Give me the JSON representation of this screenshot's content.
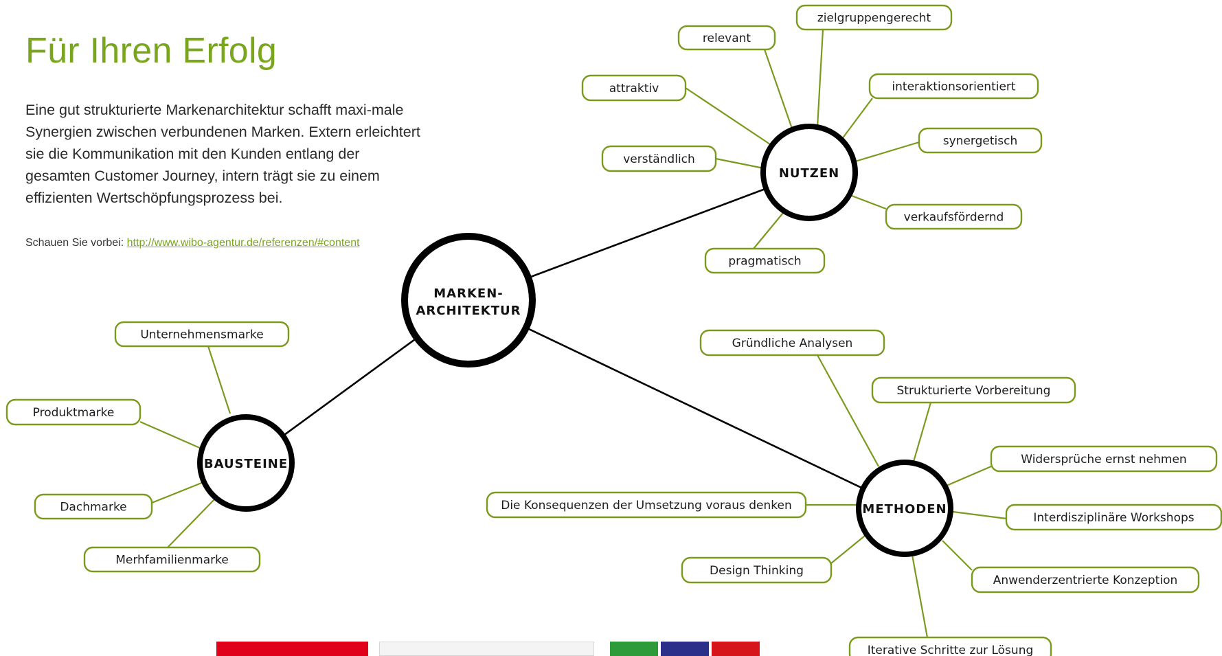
{
  "header": {
    "title": "Für Ihren Erfolg"
  },
  "intro": "Eine gut strukturierte Markenarchitektur schafft maxi-male Synergien zwischen verbundenen Marken. Extern erleichtert sie die Kommunikation mit den Kunden entlang der gesamten Customer Journey, intern trägt sie zu einem effizienten Wertschöpfungsprozess bei.",
  "visit": {
    "prefix": "Schauen Sie vorbei: ",
    "link": "http://www.wibo-agentur.de/referenzen/#content"
  },
  "colors": {
    "accent": "#79a51f",
    "node_border": "#7a9a1e",
    "hub_ring": "#000000",
    "thumb_red": "#e0001b"
  },
  "mindmap": {
    "center": {
      "line1": "MARKEN-",
      "line2": "ARCHITEKTUR"
    },
    "hubs": {
      "nutzen": "NUTZEN",
      "bausteine": "BAUSTEINE",
      "methoden": "METHODEN"
    },
    "nutzen_items": [
      "zielgruppengerecht",
      "relevant",
      "attraktiv",
      "interaktionsorientiert",
      "synergetisch",
      "verständlich",
      "verkaufsfördernd",
      "pragmatisch"
    ],
    "bausteine_items": [
      "Unternehmensmarke",
      "Produktmarke",
      "Dachmarke",
      "Merhfamilienmarke"
    ],
    "methoden_items": [
      "Gründliche Analysen",
      "Strukturierte Vorbereitung",
      "Widersprüche ernst nehmen",
      "Interdisziplinäre Workshops",
      "Die Konsequenzen der Umsetzung voraus denken",
      "Design Thinking",
      "Anwenderzentrierte Konzeption",
      "Iterative Schritte zur Lösung"
    ]
  }
}
